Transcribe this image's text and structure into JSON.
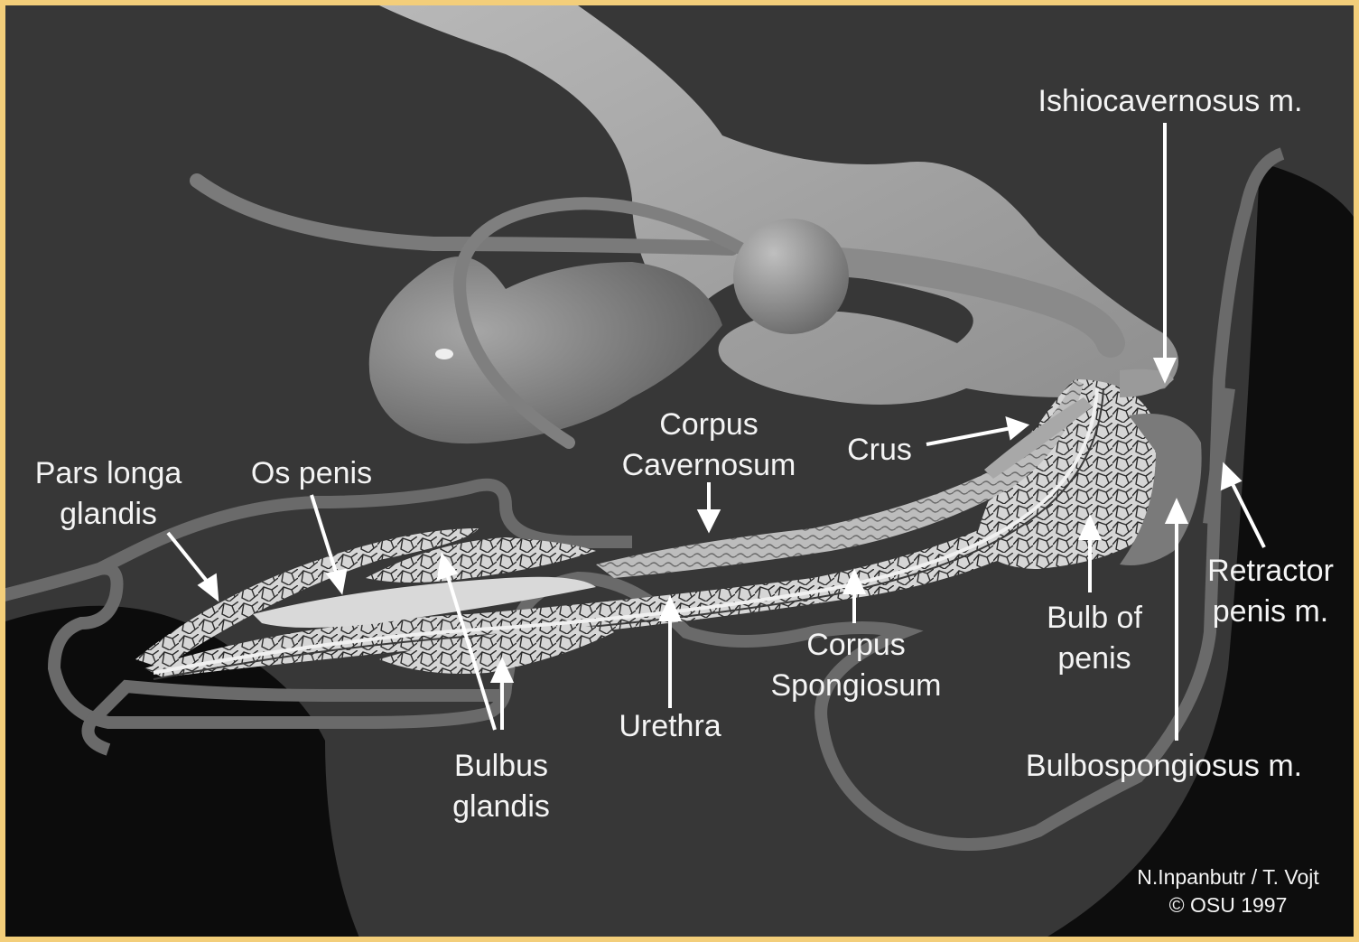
{
  "labels": {
    "pars_longa_glandis": [
      "Pars longa",
      "glandis"
    ],
    "os_penis": "Os penis",
    "corpus_cavernosum": [
      "Corpus",
      "Cavernosum"
    ],
    "crus": "Crus",
    "ishiocavernosus": "Ishiocavernosus m.",
    "retractor_penis": [
      "Retractor",
      "penis m."
    ],
    "bulb_of_penis": [
      "Bulb of",
      "penis"
    ],
    "corpus_spongiosum": [
      "Corpus",
      "Spongiosum"
    ],
    "urethra": "Urethra",
    "bulbus_glandis": [
      "Bulbus",
      "glandis"
    ],
    "bulbospongiosus": "Bulbospongiosus m."
  },
  "credit": {
    "authors": "N.Inpanbutr / T. Vojt",
    "copyright": "© OSU 1997"
  },
  "colors": {
    "frame": "#f3ce7a",
    "background": "#373737",
    "outline": "#6f6f6f",
    "tissue": "#c8c8c8",
    "label": "#f4f4f4"
  }
}
